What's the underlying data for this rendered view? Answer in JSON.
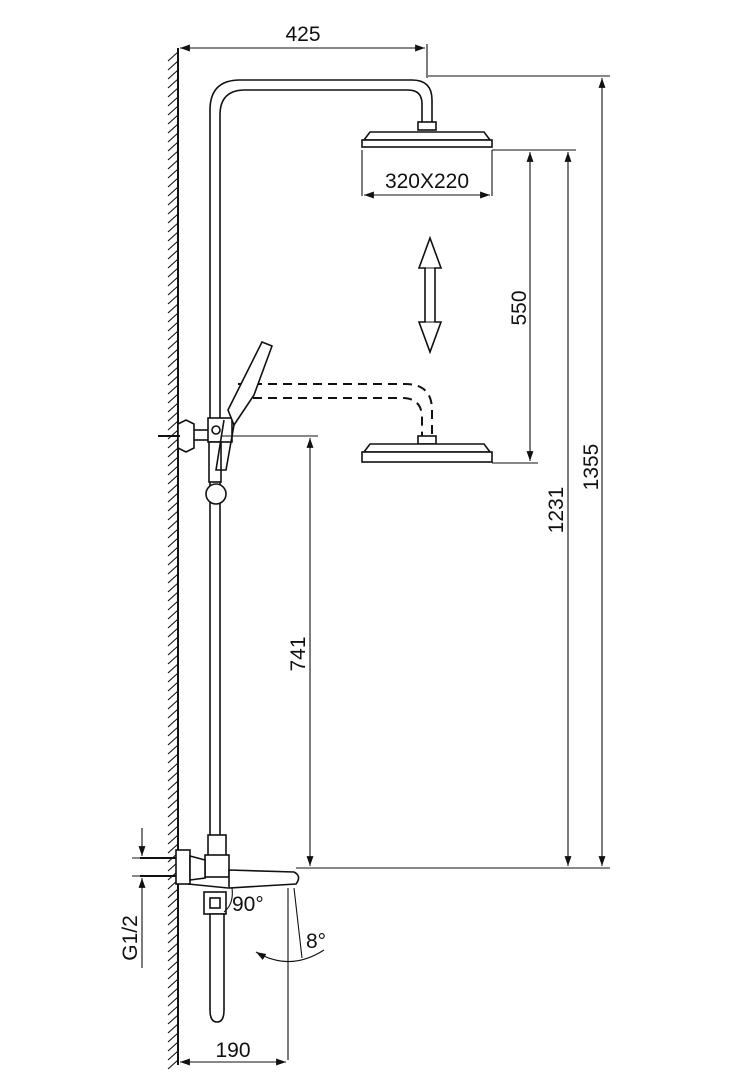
{
  "dimensions": {
    "arm_reach": "425",
    "head_size": "320X220",
    "adjust_range": "550",
    "wall_height": "1231",
    "total_height": "1355",
    "holder_height": "741",
    "spout_length": "190",
    "connection": "G1/2",
    "spout_angle": "90°",
    "tilt_angle": "8°"
  },
  "colors": {
    "line": "#111111",
    "background": "#ffffff"
  }
}
